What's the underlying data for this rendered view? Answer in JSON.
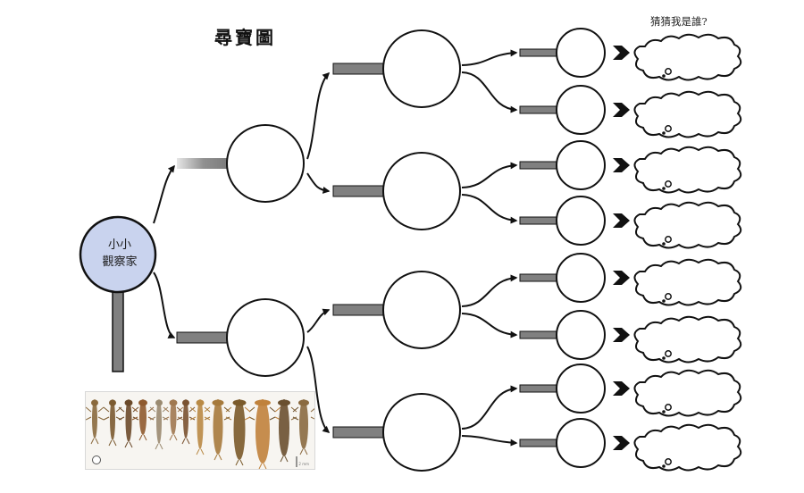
{
  "title": "尋寶圖",
  "guess_caption": "猜猜我是誰?",
  "root_label_line1": "小小",
  "root_label_line2": "觀察家",
  "photo_scale_text": "2 mm",
  "colors": {
    "root_fill": "#c9d3ee",
    "handle_gray": "#808080",
    "stroke": "#111111",
    "background": "#ffffff"
  },
  "structure": {
    "root": "magnifier",
    "level_1_branches": 2,
    "level_2_branches": 4,
    "level_3_branches": 8,
    "answer_clouds": 8
  },
  "icons": [
    "magnifier-icon",
    "arrow-right-icon",
    "chevron-right-icon",
    "thought-cloud-icon",
    "insect-icon"
  ]
}
